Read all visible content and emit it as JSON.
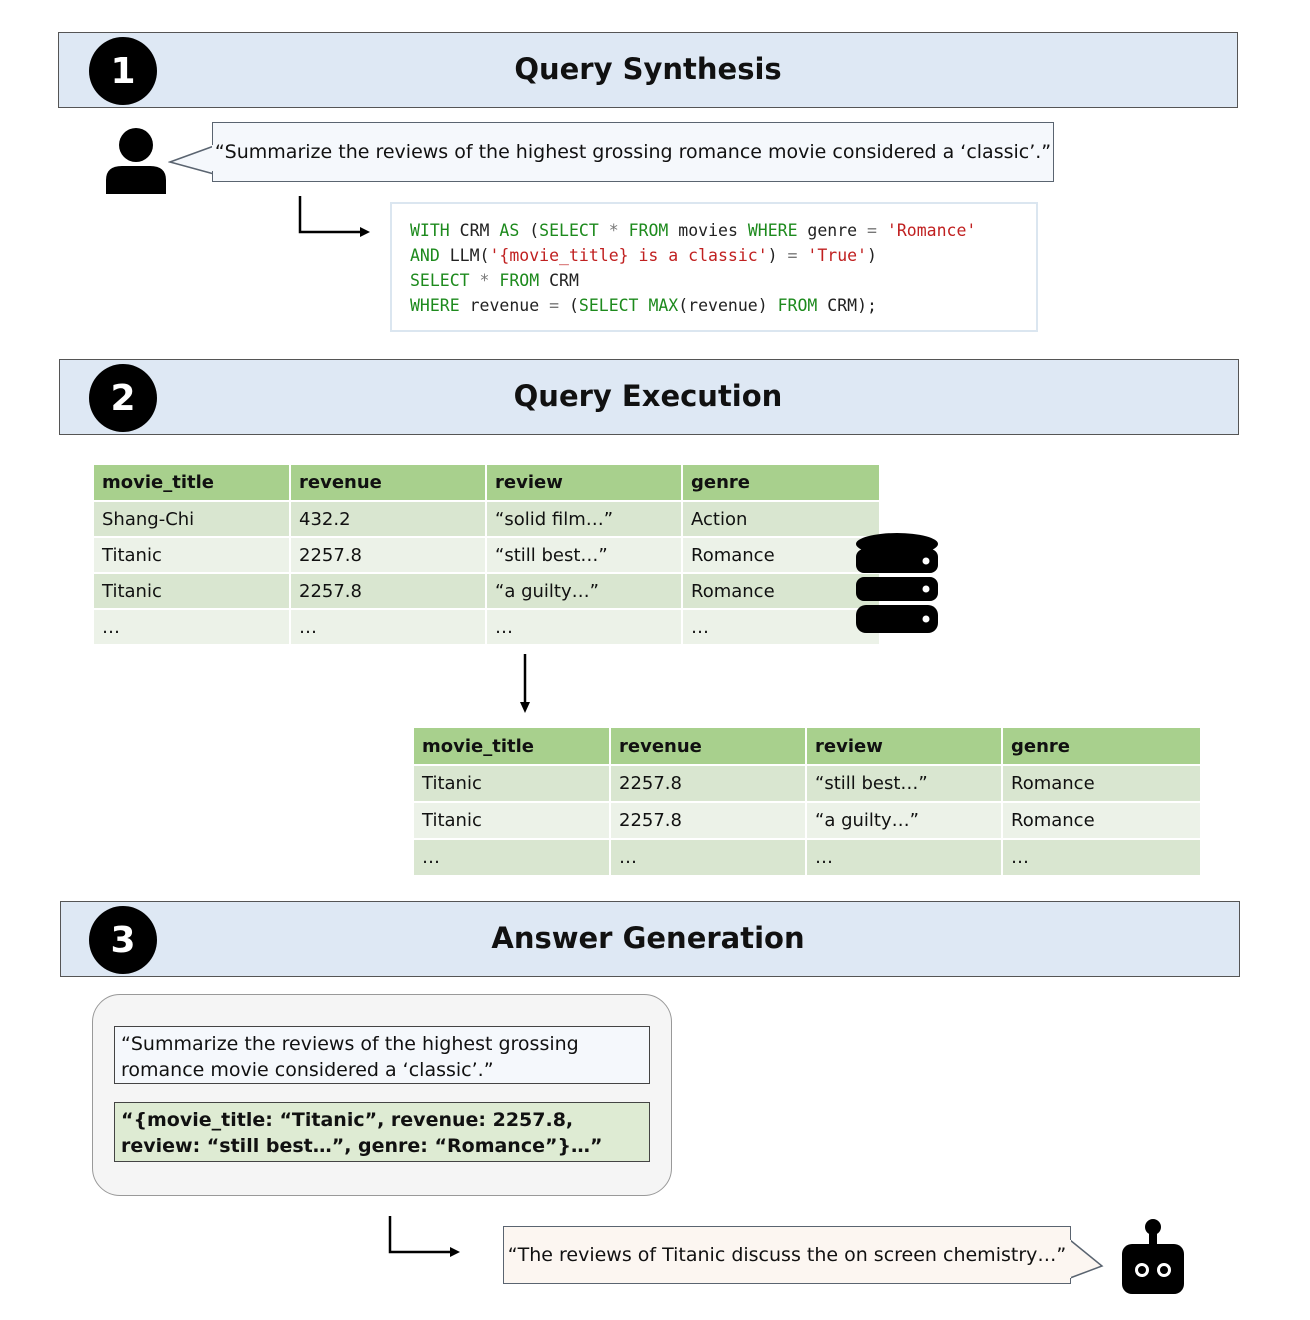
{
  "stages": [
    {
      "number": "1",
      "title": "Query Synthesis"
    },
    {
      "number": "2",
      "title": "Query Execution"
    },
    {
      "number": "3",
      "title": "Answer Generation"
    }
  ],
  "user_query": "“Summarize the reviews of the highest grossing romance movie considered a ‘classic’.”",
  "sql": {
    "line1": {
      "a": "WITH",
      "b": " CRM ",
      "c": "AS",
      "d": " (",
      "e": "SELECT",
      "f": " * ",
      "g": "FROM",
      "h": " movies ",
      "i": "WHERE",
      "j": " genre ",
      "k": "=",
      "l": " ",
      "m": "'Romance'"
    },
    "line2": {
      "a": "AND",
      "b": " LLM(",
      "c": "'{movie_title} is a classic'",
      "d": ") ",
      "e": "=",
      "f": " ",
      "g": "'True'",
      "h": ")"
    },
    "line3": {
      "a": "SELECT",
      "b": " ",
      "c": "*",
      "d": " ",
      "e": "FROM",
      "f": " CRM"
    },
    "line4": {
      "a": "WHERE",
      "b": " revenue ",
      "c": "=",
      "d": " (",
      "e": "SELECT",
      "f": " ",
      "g": "MAX",
      "h": "(revenue) ",
      "i": "FROM",
      "j": " CRM);"
    }
  },
  "table_all": {
    "headers": [
      "movie_title",
      "revenue",
      "review",
      "genre"
    ],
    "rows": [
      [
        "Shang-Chi",
        "432.2",
        "“solid film…”",
        "Action"
      ],
      [
        "Titanic",
        "2257.8",
        "“still best…”",
        "Romance"
      ],
      [
        "Titanic",
        "2257.8",
        "“a guilty…”",
        "Romance"
      ],
      [
        "…",
        "…",
        "…",
        "…"
      ]
    ]
  },
  "table_filtered": {
    "headers": [
      "movie_title",
      "revenue",
      "review",
      "genre"
    ],
    "rows": [
      [
        "Titanic",
        "2257.8",
        "“still best…”",
        "Romance"
      ],
      [
        "Titanic",
        "2257.8",
        "“a guilty…”",
        "Romance"
      ],
      [
        "…",
        "…",
        "…",
        "…"
      ]
    ]
  },
  "answer_panel": {
    "question": "“Summarize the reviews of the highest grossing romance movie considered a ‘classic’.”",
    "retrieved": "“{movie_title: “Titanic”, revenue: 2257.8, review: “still best…”, genre: “Romance”}…”"
  },
  "final_answer": "“The reviews of Titanic discuss the on screen chemistry…”",
  "icons": [
    "user-icon",
    "database-icon",
    "robot-icon",
    "arrow-icon"
  ],
  "colors": {
    "stage_bg": "#dee8f4",
    "table_header": "#a8d08d",
    "keyword": "#1d8a1d",
    "string": "#c02020"
  }
}
